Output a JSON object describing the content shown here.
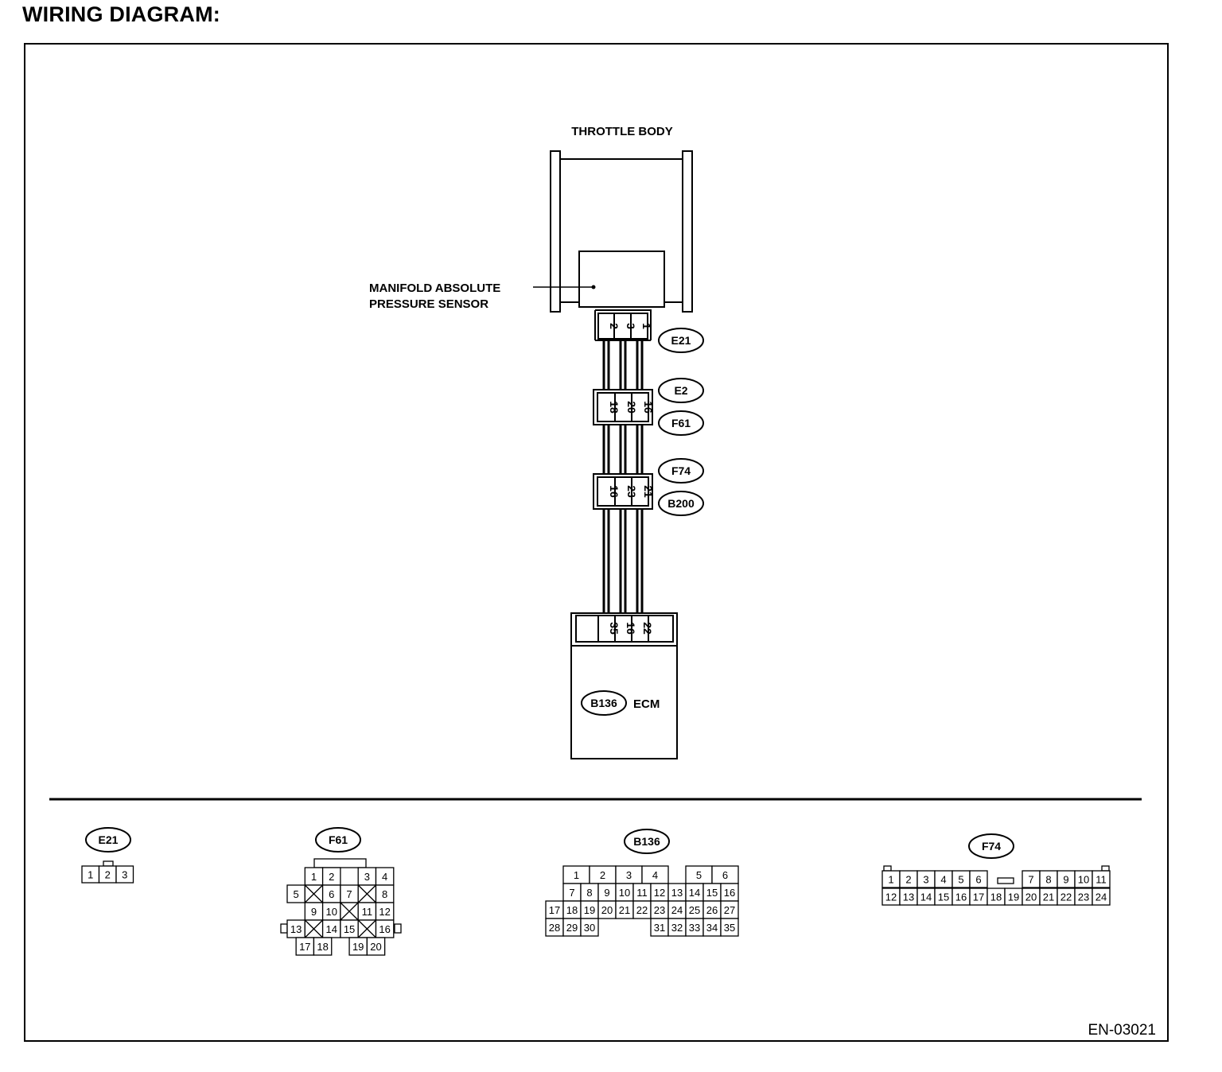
{
  "page": {
    "title": "WIRING DIAGRAM:",
    "figure_code": "EN-03021"
  },
  "components": {
    "throttle_body": "THROTTLE BODY",
    "sensor_line1": "MANIFOLD ABSOLUTE",
    "sensor_line2": "PRESSURE SENSOR",
    "ecm": "ECM"
  },
  "connector_tags": {
    "e21": "E21",
    "e2": "E2",
    "f61": "F61",
    "f74": "F74",
    "b200": "B200",
    "b136": "B136"
  },
  "harness_pins": {
    "e21": [
      "2",
      "3",
      "1"
    ],
    "e2_f61": [
      "18",
      "20",
      "16"
    ],
    "f74_b200": [
      "16",
      "23",
      "21"
    ],
    "b136": [
      "35",
      "16",
      "22"
    ]
  },
  "connector_faces": {
    "e21": {
      "label": "E21",
      "pins": [
        "1",
        "2",
        "3"
      ]
    },
    "f61": {
      "label": "F61",
      "rows": [
        [
          "1",
          "2",
          "3",
          "4"
        ],
        [
          "5",
          "6",
          "7",
          "8"
        ],
        [
          "9",
          "10",
          "11",
          "12"
        ],
        [
          "13",
          "14",
          "15",
          "16"
        ],
        [
          "17",
          "18",
          "19",
          "20"
        ]
      ]
    },
    "b136": {
      "label": "B136",
      "rows": [
        [
          "1",
          "2",
          "3",
          "4",
          "5",
          "6"
        ],
        [
          "7",
          "8",
          "9",
          "10",
          "11",
          "12",
          "13",
          "14",
          "15",
          "16"
        ],
        [
          "17",
          "18",
          "19",
          "20",
          "21",
          "22",
          "23",
          "24",
          "25",
          "26",
          "27"
        ],
        [
          "28",
          "29",
          "30",
          "31",
          "32",
          "33",
          "34",
          "35"
        ]
      ]
    },
    "f74": {
      "label": "F74",
      "rows": [
        [
          "1",
          "2",
          "3",
          "4",
          "5",
          "6",
          "7",
          "8",
          "9",
          "10",
          "11"
        ],
        [
          "12",
          "13",
          "14",
          "15",
          "16",
          "17",
          "18",
          "19",
          "20",
          "21",
          "22",
          "23",
          "24"
        ]
      ]
    }
  }
}
